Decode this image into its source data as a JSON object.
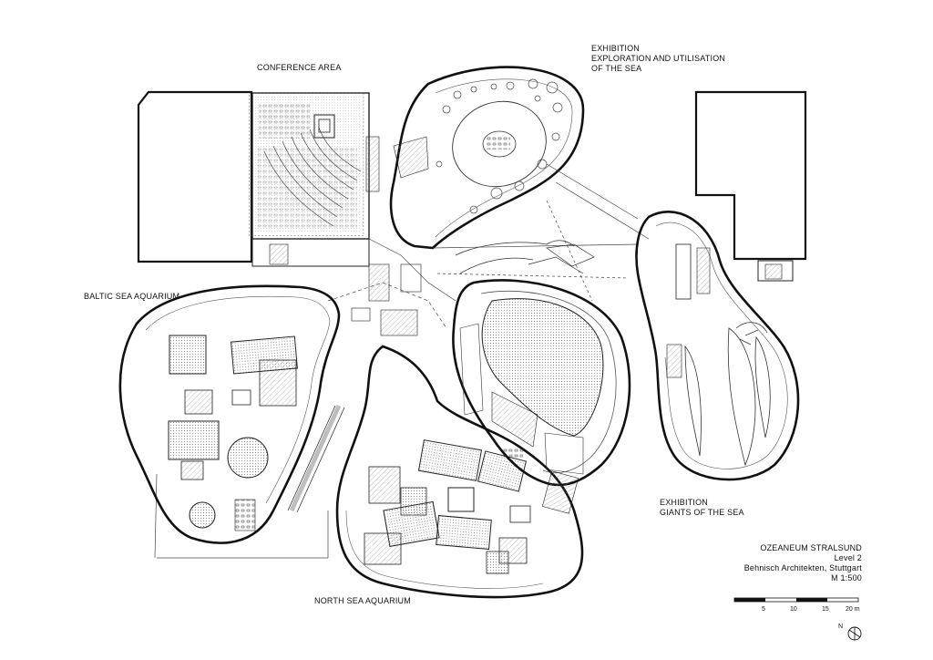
{
  "labels": {
    "conference": "CONFERENCE AREA",
    "exhibition_top": [
      "EXHIBITION",
      "EXPLORATION AND UTILISATION",
      "OF THE SEA"
    ],
    "baltic": "BALTIC SEA AQUARIUM",
    "north_sea": "NORTH SEA AQUARIUM",
    "exhibition_giants": [
      "EXHIBITION",
      "GIANTS OF THE SEA"
    ]
  },
  "title_block": {
    "name": "OZEANEUM STRALSUND",
    "level": "Level 2",
    "architect": "Behnisch Architekten, Stuttgart",
    "scale": "M 1:500"
  },
  "scale_bar": {
    "ticks": [
      "5",
      "10",
      "15",
      "20 m"
    ]
  },
  "north": {
    "label": "N"
  },
  "colors": {
    "ink": "#111111",
    "hatch": "#9a9a9a",
    "paper": "#ffffff"
  }
}
